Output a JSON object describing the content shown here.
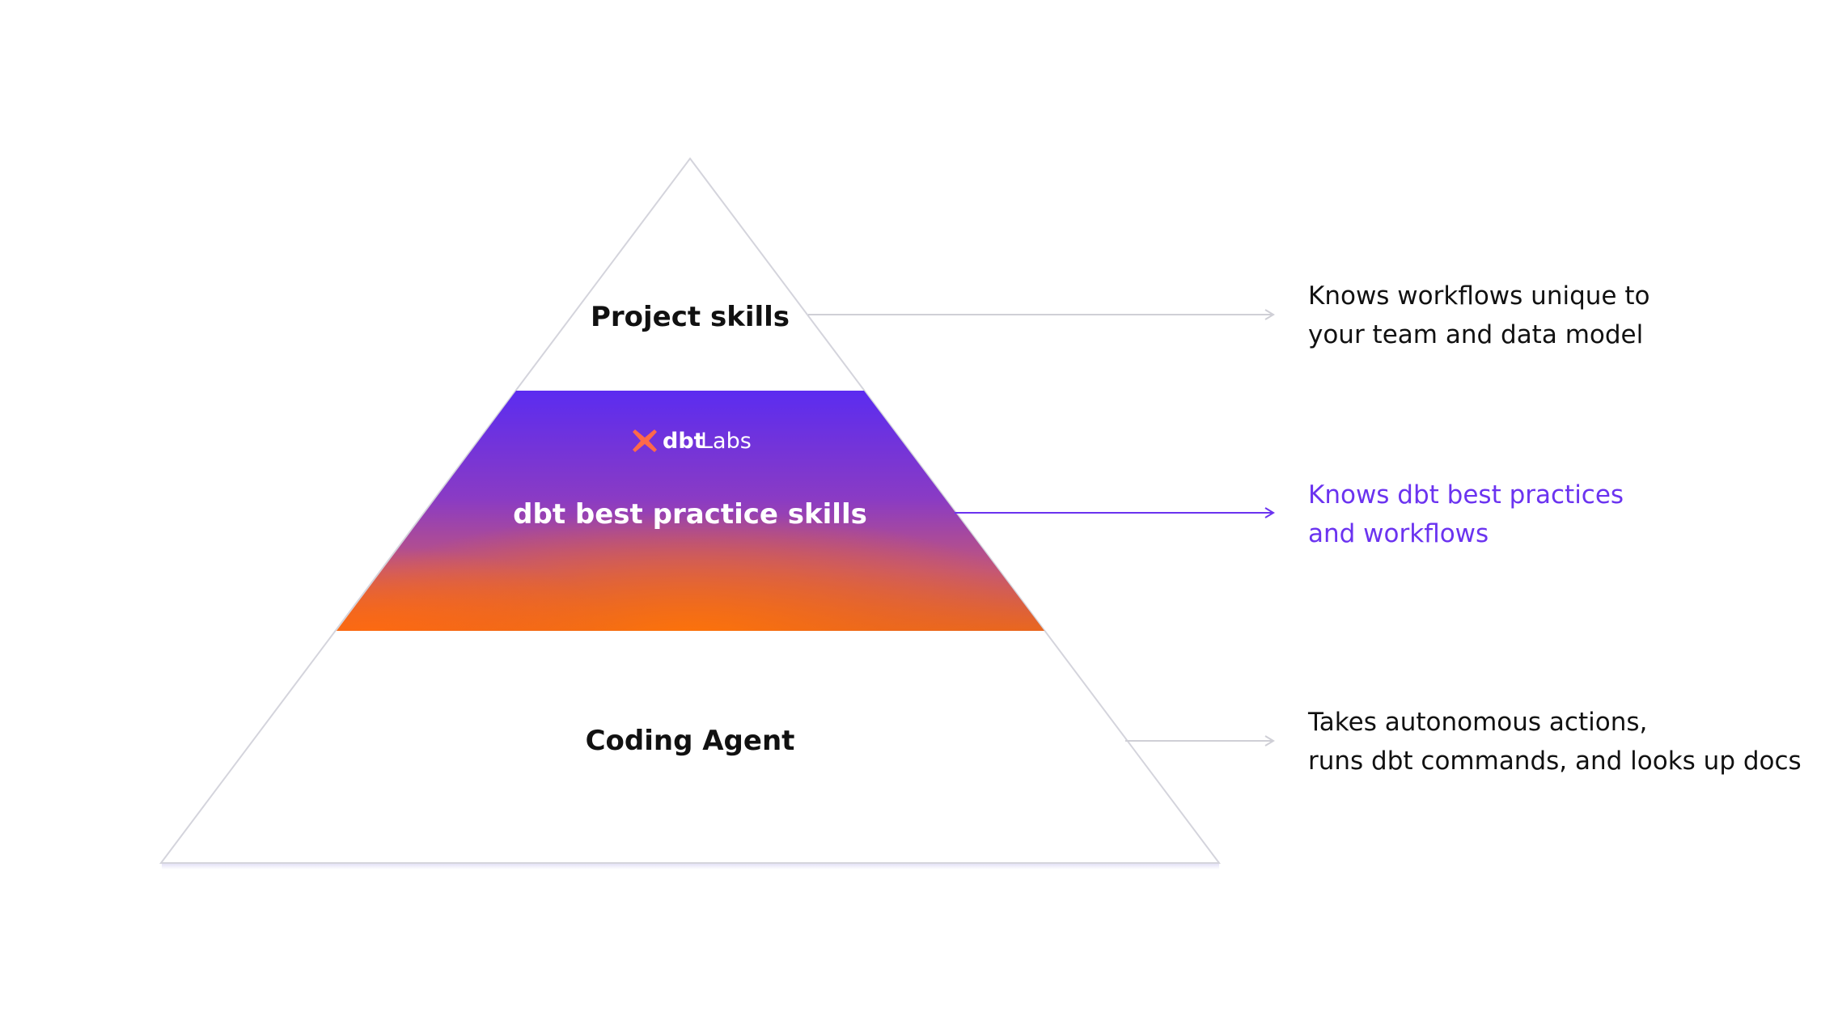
{
  "colors": {
    "outline": "#d4d4dc",
    "base_shadow": "#d9d6f3",
    "text_dark": "#111111",
    "text_accent": "#6b33f0",
    "text_on_gradient": "#ffffff",
    "gradient_purple": "#5b2cf0",
    "gradient_mid": "#a2459e",
    "gradient_orange": "#f6720b",
    "logo_orange": "#ff694a"
  },
  "tiers": [
    {
      "id": "top",
      "label": "Project skills",
      "description_lines": [
        "Knows workflows unique to",
        "your team and data model"
      ],
      "arrow_color": "#cfcfd6",
      "description_color": "#111111"
    },
    {
      "id": "middle",
      "label": "dbt best practice skills",
      "logo": {
        "icon": "dbt-logo-icon",
        "brand": "dbt",
        "suffix": "Labs"
      },
      "description_lines": [
        "Knows dbt best practices",
        "and workflows"
      ],
      "arrow_color": "#6b33f0",
      "description_color": "#6b33f0"
    },
    {
      "id": "bottom",
      "label": "Coding Agent",
      "description_lines": [
        "Takes autonomous actions,",
        "runs dbt commands, and looks up docs"
      ],
      "arrow_color": "#cfcfd6",
      "description_color": "#111111"
    }
  ]
}
